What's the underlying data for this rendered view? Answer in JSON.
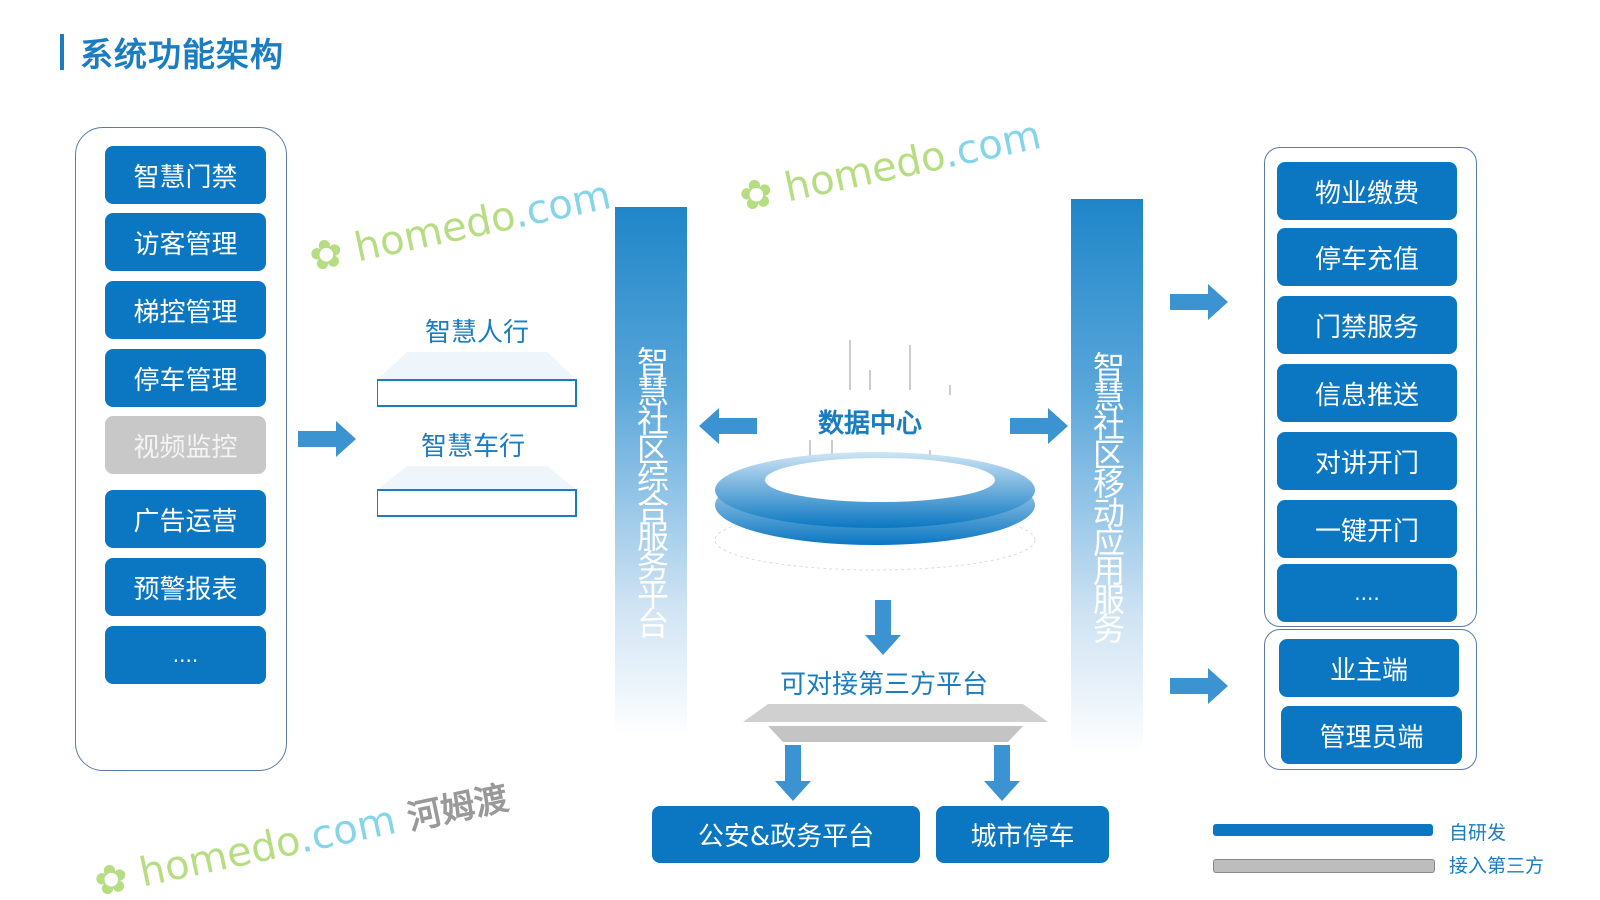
{
  "title": "系统功能架构",
  "left_modules": [
    {
      "label": "智慧门禁",
      "style": "self"
    },
    {
      "label": "访客管理",
      "style": "self"
    },
    {
      "label": "梯控管理",
      "style": "self"
    },
    {
      "label": "停车管理",
      "style": "self"
    },
    {
      "label": "视频监控",
      "style": "third-party"
    },
    {
      "label": "广告运营",
      "style": "self"
    },
    {
      "label": "预警报表",
      "style": "self"
    },
    {
      "label": "....",
      "style": "self"
    }
  ],
  "middle_layers": [
    "智慧人行",
    "智慧车行"
  ],
  "platform_left": "智慧社区综合服务平台",
  "platform_right": "智慧社区移动应用服务",
  "data_center": "数据中心",
  "third_party": {
    "label": "可对接第三方平台",
    "targets": [
      "公安&政务平台",
      "城市停车"
    ]
  },
  "right_services": [
    "物业缴费",
    "停车充值",
    "门禁服务",
    "信息推送",
    "对讲开门",
    "一键开门",
    "...."
  ],
  "right_clients": [
    "业主端",
    "管理员端"
  ],
  "legend": [
    {
      "label": "自研发",
      "color": "#0b77c2"
    },
    {
      "label": "接入第三方",
      "color": "#bdbdbd"
    }
  ],
  "watermark": {
    "en": "homedo",
    "com": ".com",
    "cn": "河姆渡"
  },
  "colors": {
    "primary": "#0b77c2",
    "title": "#1a7cc1",
    "gray": "#c8c8c8"
  }
}
